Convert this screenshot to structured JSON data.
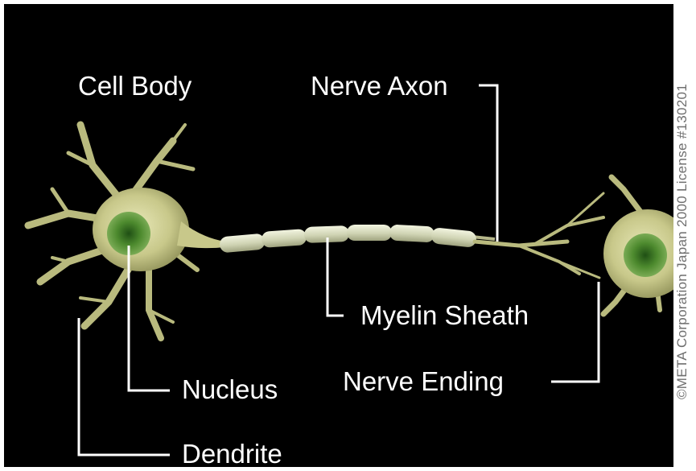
{
  "labels": {
    "cell_body": "Cell Body",
    "nerve_axon": "Nerve Axon",
    "myelin_sheath": "Myelin Sheath",
    "nucleus": "Nucleus",
    "nerve_ending": "Nerve Ending",
    "dendrite": "Dendrite"
  },
  "copyright": "©META Corporation Japan 2000 License #130201",
  "colors": {
    "background": "#000000",
    "label_text": "#ffffff",
    "leader_line": "#ffffff",
    "neuron_body": "#c8c88a",
    "nucleus": "#5b8f3a",
    "myelin": "#d8dcc0"
  }
}
